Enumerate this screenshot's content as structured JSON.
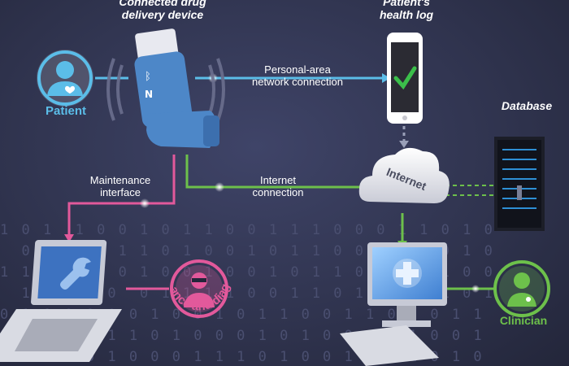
{
  "titles": {
    "device": "Connected drug\ndelivery device",
    "log": "Patient's\nhealth log",
    "database": "Database"
  },
  "labels": {
    "pan": "Personal-area\nnetwork connection",
    "maintenance_interface": "Maintenance\ninterface",
    "internet_connection": "Internet\nconnection",
    "cloud": "Internet"
  },
  "roles": {
    "patient": "Patient",
    "clinician": "Clinician",
    "maintenance": "Maintenance and diagnostics"
  },
  "background_binary": [
    "1 0 1  1 0 0 1 0 1 1 0 0 1 1 1 0 0 0 1 1 0 1 0",
    "  0 1 0  1 1 1 0 1 0 0 1 0 1 1 0 0 1 0 1 0 1 0",
    "1 1 0 0 1  0 1 0 0 1 0 0 1 0 1 1 0 1 0 1 1 0 0",
    "  1 0 1 1 0  0 1 1 1 1 0 0 1 1 0 1 1 0 0 1 0 1",
    "0 1 1 0 1 0 0 1 0 0 1 0 1 1 0 0 1 1 0 1 0 1 1",
    "1 1 0 1 0 1 1 0 1 0 0 0 1 0 1 0 0 0 1 1 0 0 1",
    "0 1 1 0 0 1 0 0 0 1 1 1 0 1 0 0 1 0 1 1 0 1 0"
  ],
  "colors": {
    "patient": "#5bbde8",
    "maintenance": "#e2599b",
    "internet": "#6dc04b",
    "clinician": "#6dc04b",
    "device": "#4d87c8",
    "check": "#3bbf4a"
  },
  "icons": {
    "patient": "person-heart-icon",
    "maintenance": "engineer-icon",
    "clinician": "doctor-icon",
    "tool": "wrench-icon",
    "medical": "cross-icon",
    "bluetooth": "bluetooth-icon",
    "nfc": "nfc-icon",
    "check": "checkmark-icon",
    "server": "server-icon"
  }
}
